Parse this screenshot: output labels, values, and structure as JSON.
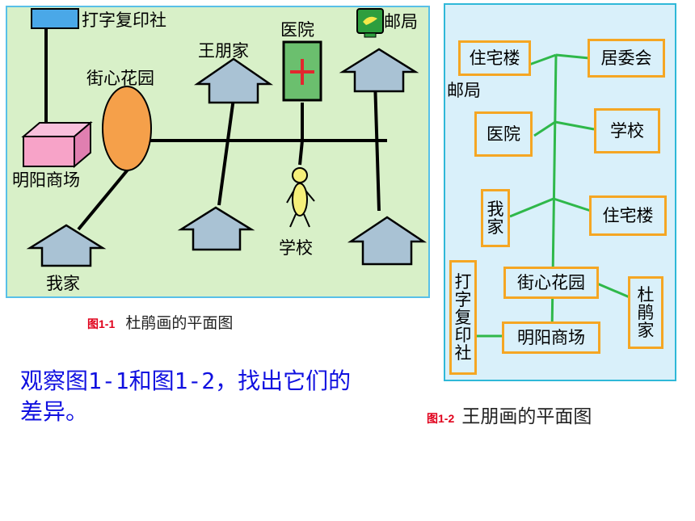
{
  "figure1": {
    "labels": {
      "print_shop": "打字复印社",
      "hospital": "医院",
      "post_office": "邮局",
      "wang_home": "王朋家",
      "garden": "街心花园",
      "mall": "明阳商场",
      "school": "学校",
      "my_home": "我家",
      "plus": "+"
    },
    "caption_num": "图1-1",
    "caption_text": "杜鹃画的平面图"
  },
  "figure2": {
    "boxes": {
      "residential_top": "住宅楼",
      "committee": "居委会",
      "post_office": "邮局",
      "hospital": "医院",
      "school": "学校",
      "my_home": [
        "我",
        "家"
      ],
      "residential_mid": "住宅楼",
      "print_shop": [
        "打",
        "字",
        "复",
        "印",
        "社"
      ],
      "garden": "街心花园",
      "du_home": [
        "杜",
        "鹃",
        "家"
      ],
      "mall": "明阳商场"
    },
    "caption_num": "图1-2",
    "caption_text": "王朋画的平面图"
  },
  "question": "观察图1-1和图1-2，找出它们的差异。",
  "colors": {
    "fig1_bg": "#d8f0c8",
    "fig1_border": "#58c0e8",
    "fig2_bg": "#d9f0fa",
    "fig2_border": "#2fb8d8",
    "box_border": "#f5a623",
    "connector": "#2fb84a",
    "house": "#a9c2d4",
    "mall": "#f7a3c8",
    "garden": "#f5a04a",
    "hospital_sign": "#6bbf6e",
    "person": "#f5f07a",
    "question": "#1010e0",
    "caption_num": "#e0001b"
  },
  "icons": [
    "house-icon",
    "hospital-sign-icon",
    "post-office-sign-icon",
    "print-shop-sign-icon",
    "person-icon",
    "mall-cube-icon",
    "garden-oval-icon"
  ]
}
